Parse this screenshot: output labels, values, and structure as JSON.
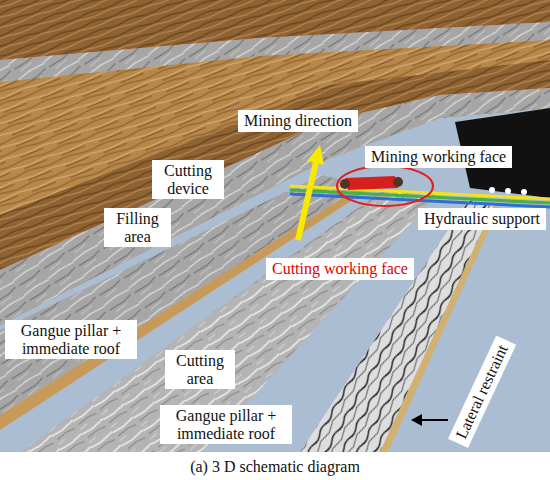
{
  "diagram": {
    "caption": "(a) 3 D schematic diagram",
    "nodes": [
      {
        "text": [
          "Mining direction"
        ]
      },
      {
        "text": [
          "Mining working face"
        ]
      },
      {
        "text": [
          "Cutting device"
        ]
      },
      {
        "text": [
          "Hydraulic support"
        ]
      },
      {
        "text": [
          "Filling area"
        ]
      },
      {
        "text": [
          "Cutting working face"
        ]
      },
      {
        "text": [
          "Gangue pillar + immediate roof"
        ]
      },
      {
        "text": [
          "Cutting area"
        ]
      },
      {
        "text": [
          "Gangue pillar + immediate roof"
        ]
      },
      {
        "text": [
          "Lateral restraint"
        ]
      }
    ]
  }
}
